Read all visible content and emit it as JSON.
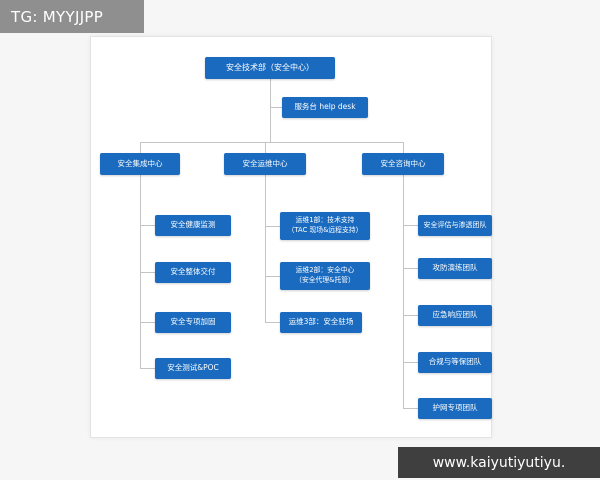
{
  "overlays": {
    "tg_badge": "TG: MYYJJPP",
    "watermark": "www.kaiyutiyutiyu."
  },
  "colors": {
    "node_bg": "#1a6bbf",
    "node_text": "#ffffff",
    "connector": "#c4c4c4",
    "badge_bg": "#8f8f8f",
    "watermark_bg": "#3f3f3f"
  },
  "org": {
    "root": "安全技术部（安全中心）",
    "helpdesk": "服务台 help desk",
    "branches": [
      {
        "label": "安全集成中心",
        "children": [
          {
            "lines": [
              "安全健康监测"
            ]
          },
          {
            "lines": [
              "安全整体交付"
            ]
          },
          {
            "lines": [
              "安全专项加固"
            ]
          },
          {
            "lines": [
              "安全测试&POC"
            ]
          }
        ]
      },
      {
        "label": "安全运维中心",
        "children": [
          {
            "lines": [
              "运维1部：技术支持",
              "（TAC 现场&远程支持）"
            ]
          },
          {
            "lines": [
              "运维2部：安全中心",
              "（安全代理&托管）"
            ]
          },
          {
            "lines": [
              "运维3部：安全驻场"
            ]
          }
        ]
      },
      {
        "label": "安全咨询中心",
        "children": [
          {
            "lines": [
              "安全评估与渗透团队"
            ]
          },
          {
            "lines": [
              "攻防演练团队"
            ]
          },
          {
            "lines": [
              "应急响应团队"
            ]
          },
          {
            "lines": [
              "合规与等保团队"
            ]
          },
          {
            "lines": [
              "护网专项团队"
            ]
          }
        ]
      }
    ]
  }
}
